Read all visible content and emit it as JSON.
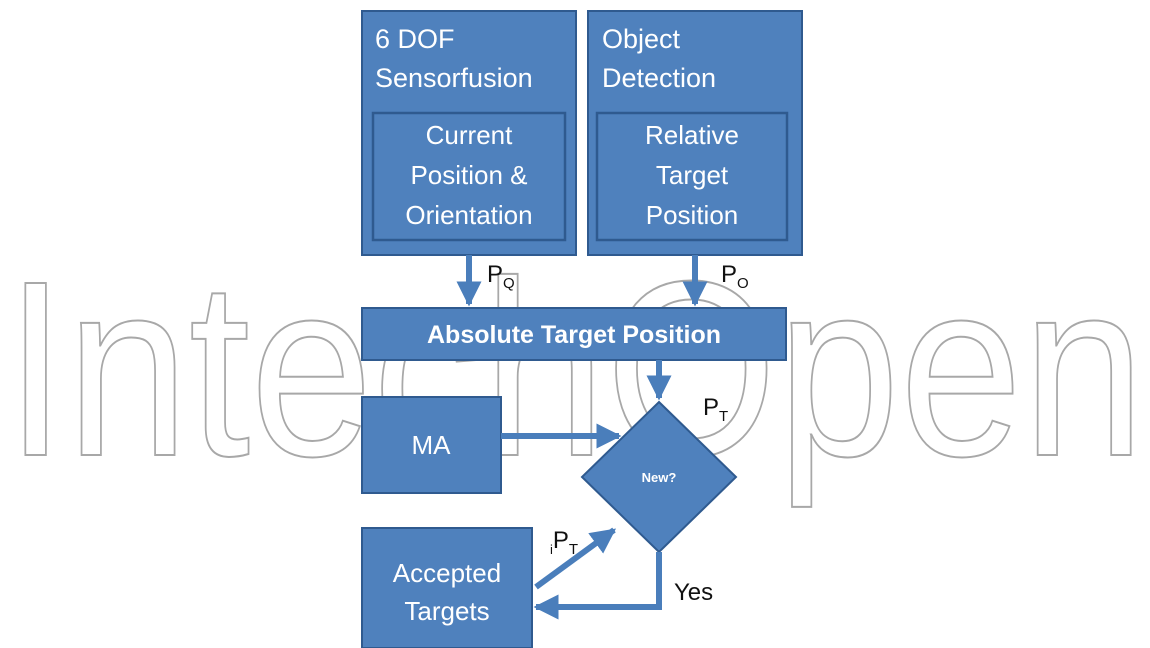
{
  "watermark": {
    "text": "IntechOpen"
  },
  "colors": {
    "box_fill": "#4F81BD",
    "box_border": "#2F5A8F",
    "text": "#ffffff",
    "label": "#111111",
    "watermark": "#9a9a9a"
  },
  "blocks": {
    "sensorfusion": {
      "title_line1": "6 DOF",
      "title_line2": "Sensorfusion",
      "inner_line1": "Current",
      "inner_line2": "Position &",
      "inner_line3": "Orientation"
    },
    "object_detection": {
      "title_line1": "Object",
      "title_line2": "Detection",
      "inner_line1": "Relative",
      "inner_line2": "Target",
      "inner_line3": "Position"
    },
    "absolute_target": {
      "label": "Absolute Target Position"
    },
    "ma": {
      "label": "MA"
    },
    "decision": {
      "label": "New?"
    },
    "accepted_targets": {
      "line1": "Accepted",
      "line2": "Targets"
    }
  },
  "labels": {
    "pq": {
      "main": "P",
      "sub": "Q"
    },
    "po": {
      "main": "P",
      "sub": "O"
    },
    "pt": {
      "main": "P",
      "sub": "T"
    },
    "ipt": {
      "pre": "i",
      "main": "P",
      "sub": "T"
    },
    "yes": "Yes"
  }
}
